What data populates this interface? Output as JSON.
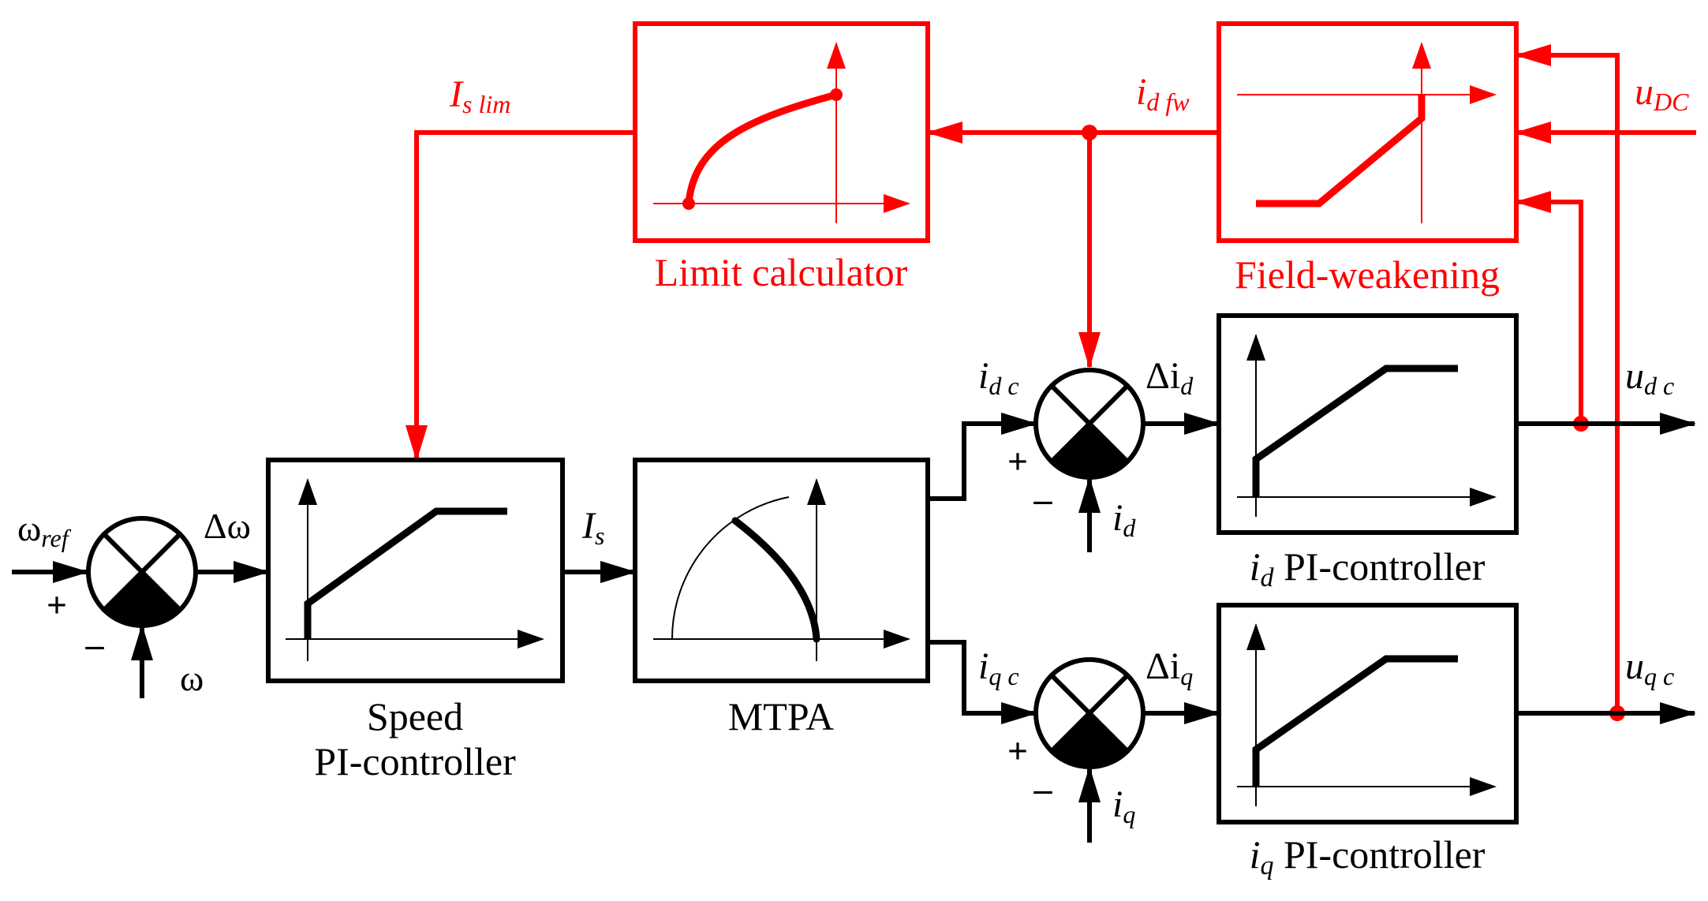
{
  "colors": {
    "main": "#000000",
    "accent": "#ff0000"
  },
  "blocks": {
    "speed_pi": {
      "line1": "Speed",
      "line2": "PI-controller"
    },
    "mtpa": {
      "label": "MTPA"
    },
    "id_pi": {
      "prefix_main": "i",
      "prefix_sub": "d",
      "label": " PI-controller"
    },
    "iq_pi": {
      "prefix_main": "i",
      "prefix_sub": "q",
      "label": " PI-controller"
    },
    "limit_calc": {
      "label": "Limit calculator"
    },
    "field_weak": {
      "label": "Field-weakening"
    }
  },
  "signals": {
    "omega_ref": {
      "main": "ω",
      "sub": "ref"
    },
    "omega": "ω",
    "delta_omega": "Δω",
    "i_s": {
      "main": "I",
      "sub": "s"
    },
    "i_s_lim": {
      "main": "I",
      "sub": "s lim"
    },
    "i_d_fw": {
      "main": "i",
      "sub": "d fw"
    },
    "u_dc": {
      "main": "u",
      "sub": "DC"
    },
    "i_dc": {
      "main": "i",
      "sub": "d c"
    },
    "i_qc": {
      "main": "i",
      "sub": "q c"
    },
    "delta_i_d": {
      "main": "Δi",
      "sub": "d"
    },
    "delta_i_q": {
      "main": "Δi",
      "sub": "q"
    },
    "i_d": {
      "main": "i",
      "sub": "d"
    },
    "i_q": {
      "main": "i",
      "sub": "q"
    },
    "u_dc_out": {
      "main": "u",
      "sub": "d c"
    },
    "u_qc_out": {
      "main": "u",
      "sub": "q c"
    }
  },
  "summing_signs": {
    "plus": "+",
    "minus": "–"
  }
}
